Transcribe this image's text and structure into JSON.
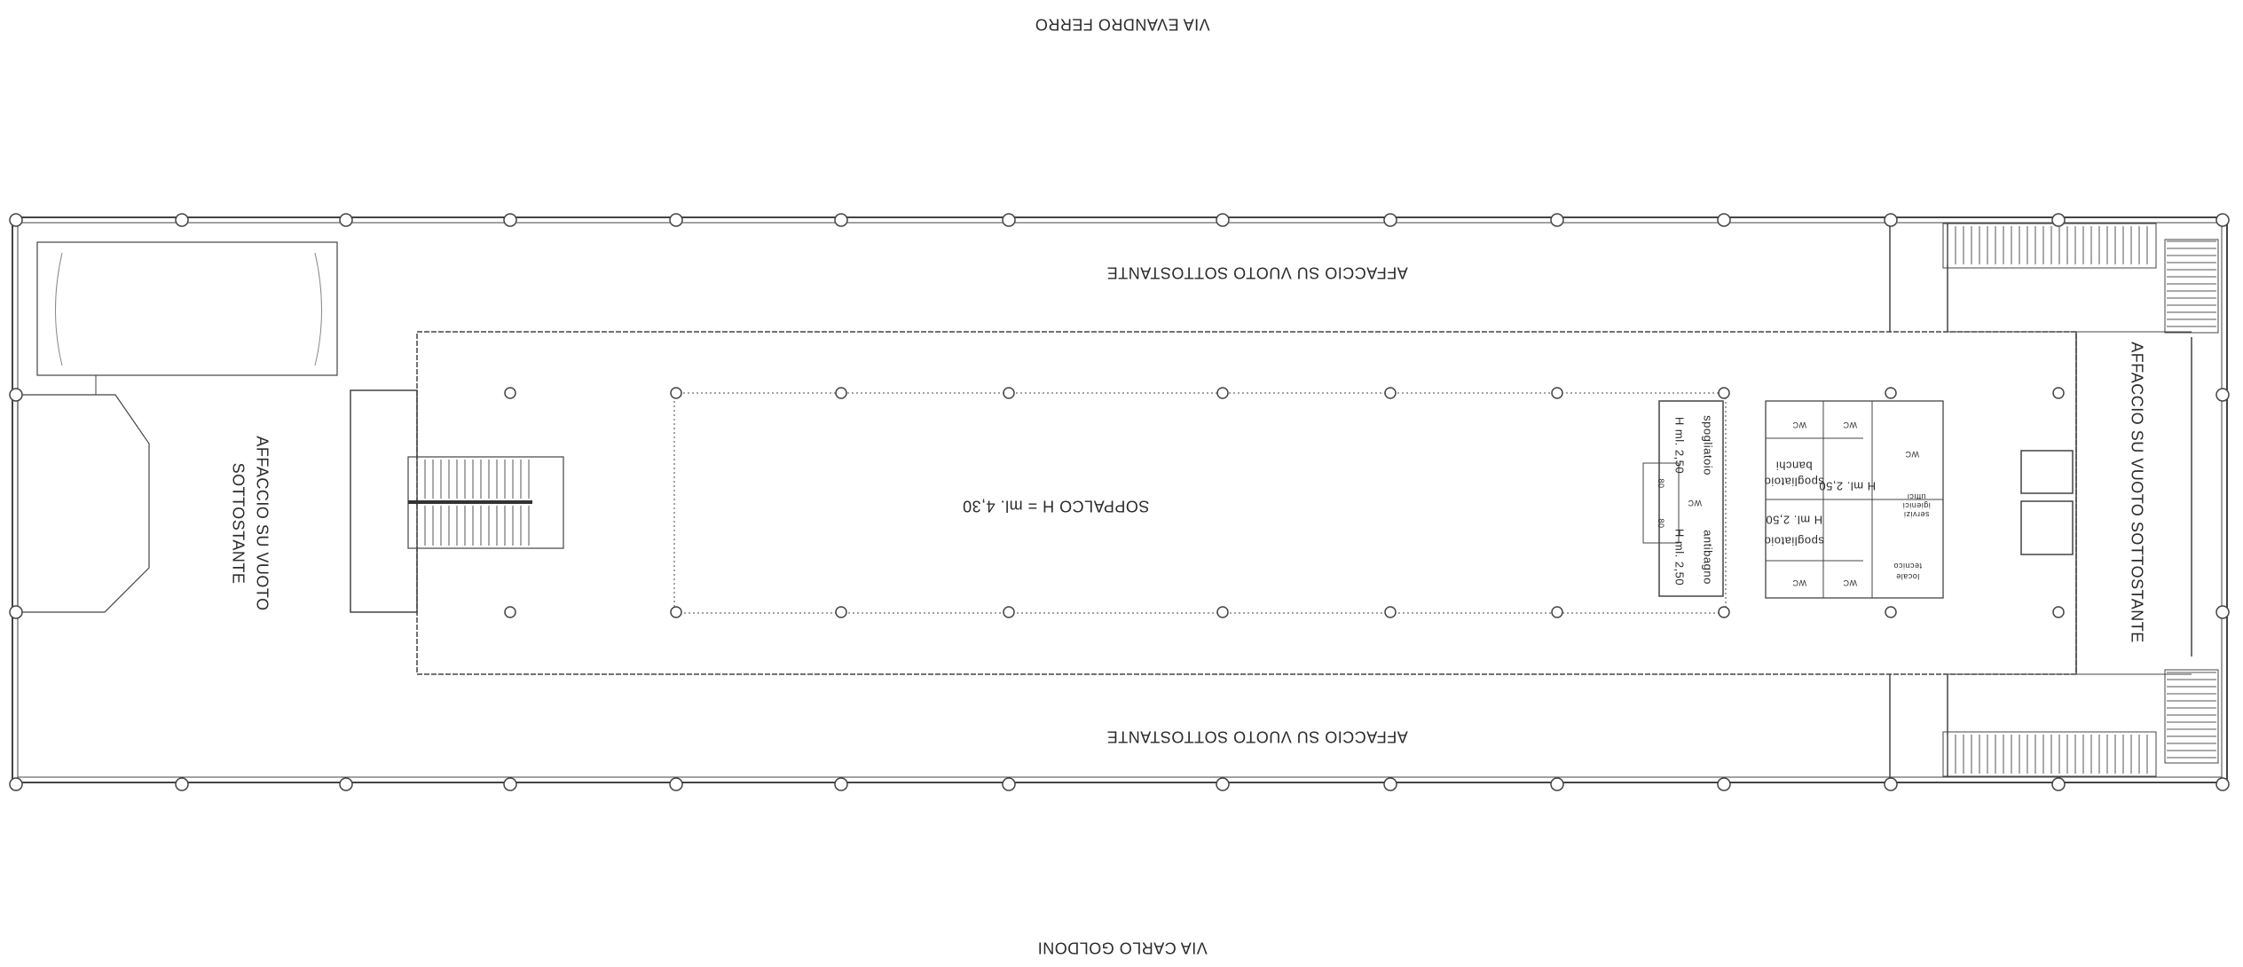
{
  "streets": {
    "north": "VIA EVANDRO FERRO",
    "south": "VIA CARLO GOLDONI"
  },
  "areas": {
    "void_top": "AFFACCIO SU VUOTO SOTTOSTANTE",
    "void_bottom": "AFFACCIO SU VUOTO SOTTOSTANTE",
    "void_left_line1": "AFFACCIO SU VUOTO",
    "void_left_line2": "SOTTOSTANTE",
    "void_right": "AFFACCIO SU VUOTO SOTTOSTANTE",
    "mezzanine": "SOPPALCO H = ml. 4,30"
  },
  "rooms": {
    "changing_1": "spogliatoio",
    "changing_1_height": "H ml. 2,50",
    "antibath": "antibagno",
    "antibath_height": "H ml. 2,50",
    "changing_2": "spogliatoio",
    "changing_2_sub": "banchi",
    "changing_3": "spogliatoio",
    "changing_3_height": "H ml. 2,50",
    "height_mid": "H ml. 2,50",
    "services_1": "servizi",
    "services_2": "igienici",
    "services_3": "uffici",
    "tech_1": "locale",
    "tech_2": "tecnico",
    "wc": "WC",
    "dim_a": "80",
    "dim_b": "80"
  }
}
